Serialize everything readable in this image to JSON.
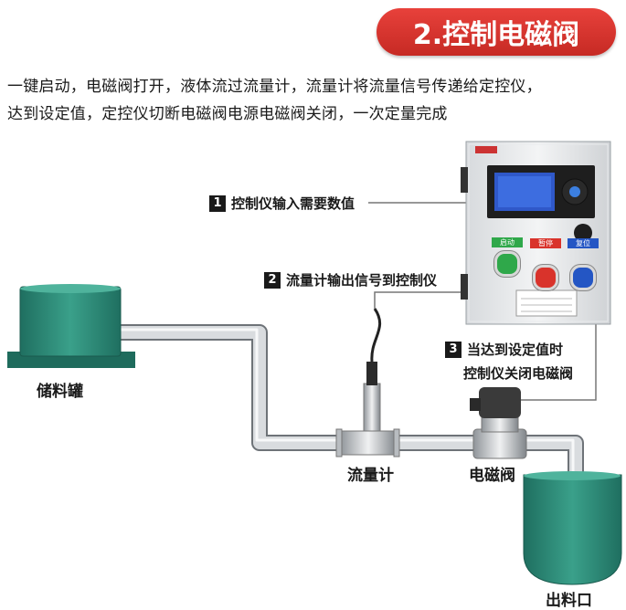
{
  "header": {
    "title": "2.控制电磁阀"
  },
  "intro": {
    "line1": "一键启动，电磁阀打开，液体流过流量计，流量计将流量信号传递给定控仪，",
    "line2": "达到设定值，定控仪切断电磁阀电源电磁阀关闭，一次定量完成"
  },
  "steps": [
    {
      "num": "1",
      "text": "控制仪输入需要数值"
    },
    {
      "num": "2",
      "text": "流量计输出信号到控制仪"
    },
    {
      "num": "3",
      "text_line1": "当达到设定值时",
      "text_line2": "控制仪关闭电磁阀"
    }
  ],
  "labels": {
    "tank": "储料罐",
    "flowmeter": "流量计",
    "valve": "电磁阀",
    "outlet": "出料口"
  },
  "buttons": [
    {
      "label": "启动",
      "color": "#2fa84a"
    },
    {
      "label": "暂停",
      "color": "#d9332b"
    },
    {
      "label": "复位",
      "color": "#2456c4"
    }
  ],
  "colors": {
    "accent": "#d9342e",
    "tank": "#2a8a78",
    "pipe": "#bfc3c7"
  }
}
